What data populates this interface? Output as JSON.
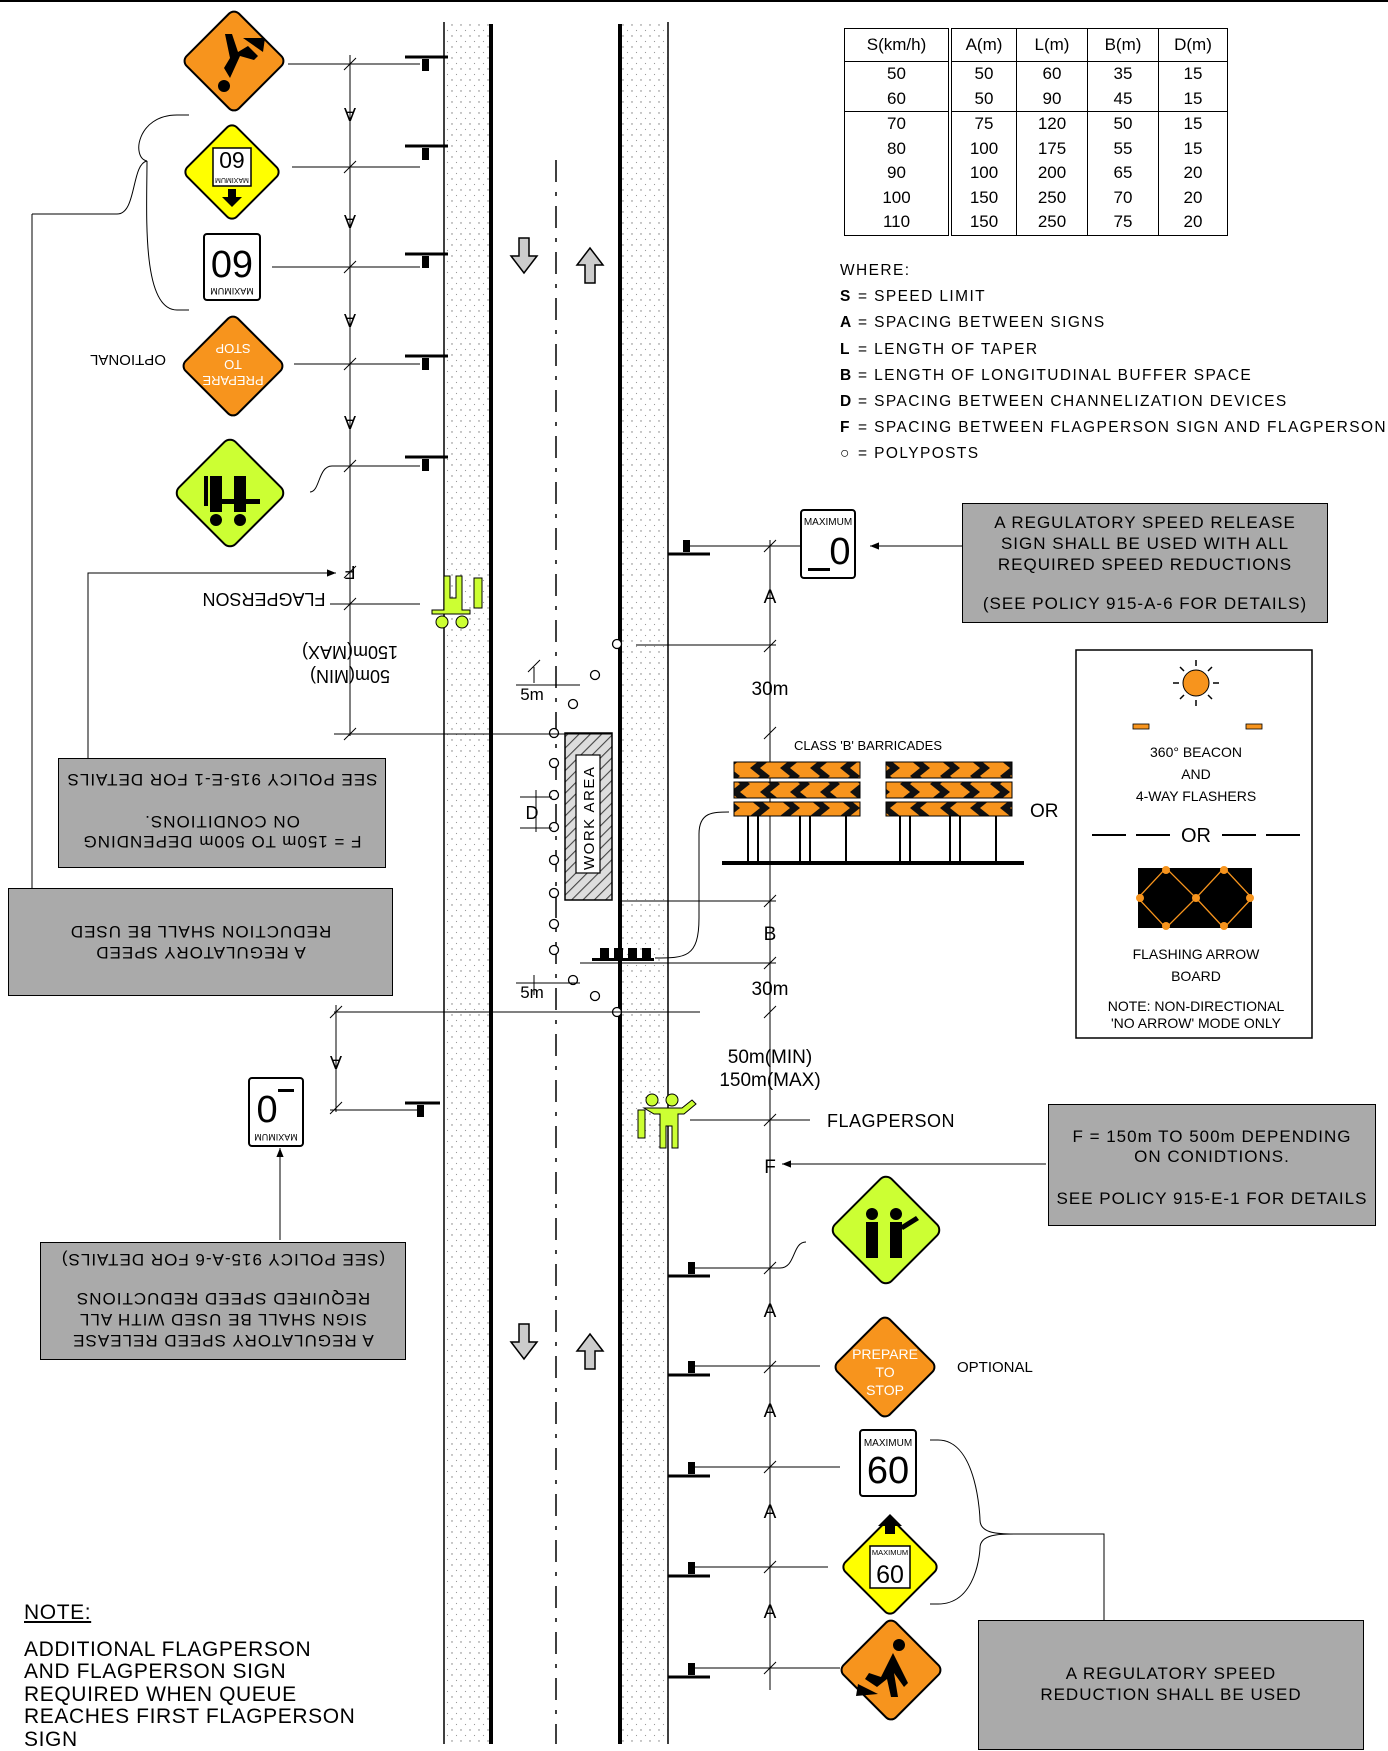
{
  "speed_table": {
    "headers": [
      "S(km/h)",
      "A(m)",
      "L(m)",
      "B(m)",
      "D(m)"
    ],
    "rows": [
      [
        "50",
        "50",
        "60",
        "35",
        "15"
      ],
      [
        "60",
        "50",
        "90",
        "45",
        "15"
      ],
      [
        "70",
        "75",
        "120",
        "50",
        "15"
      ],
      [
        "80",
        "100",
        "175",
        "55",
        "15"
      ],
      [
        "90",
        "100",
        "200",
        "65",
        "20"
      ],
      [
        "100",
        "150",
        "250",
        "70",
        "20"
      ],
      [
        "110",
        "150",
        "250",
        "75",
        "20"
      ]
    ]
  },
  "legend": {
    "heading": "WHERE:",
    "items": [
      {
        "sym": "S",
        "text": "=  SPEED  LIMIT"
      },
      {
        "sym": "A",
        "text": "=  SPACING  BETWEEN  SIGNS"
      },
      {
        "sym": "L",
        "text": "=  LENGTH  OF  TAPER"
      },
      {
        "sym": "B",
        "text": "=  LENGTH  OF  LONGITUDINAL  BUFFER  SPACE"
      },
      {
        "sym": "D",
        "text": "=  SPACING  BETWEEN  CHANNELIZATION  DEVICES"
      },
      {
        "sym": "F",
        "text": "=  SPACING  BETWEEN  FLAGPERSON  SIGN  AND  FLAGPERSON"
      },
      {
        "sym": "○",
        "text": "=  POLYPOSTS"
      }
    ]
  },
  "callouts": {
    "release_right": {
      "l1": "A  REGULATORY  SPEED  RELEASE",
      "l2": "SIGN  SHALL  BE  USED  WITH  ALL",
      "l3": "REQUIRED  SPEED  REDUCTIONS",
      "l4": "(SEE  POLICY  915-A-6  FOR  DETAILS)"
    },
    "release_left": {
      "l1": "A  REGULATORY  SPEED  RELEASE",
      "l2": "SIGN  SHALL  BE  USED  WITH  ALL",
      "l3": "REQUIRED  SPEED  REDUCTIONS",
      "l4": "(SEE  POLICY  915-A-6  FOR  DETAILS)"
    },
    "f_right": {
      "l1": "F  =  150m  TO  500m  DEPENDING",
      "l2": "ON  CONIDTIONS.",
      "l3": "SEE  POLICY  915-E-1  FOR  DETAILS"
    },
    "f_left": {
      "l1": "F  =  150m  TO  500m  DEPENDING",
      "l2": "ON  CONDITIONS.",
      "l3": "SEE  POLICY  915-E-1  FOR  DETAILS"
    },
    "reduction_left": {
      "l1": "A  REGULATORY  SPEED",
      "l2": "REDUCTION  SHALL  BE  USED"
    },
    "reduction_right": {
      "l1": "A  REGULATORY  SPEED",
      "l2": "REDUCTION  SHALL  BE  USED"
    }
  },
  "device_box": {
    "beacon_l1": "360°  BEACON",
    "beacon_l2": "AND",
    "beacon_l3": "4-WAY  FLASHERS",
    "or": "OR",
    "arrow_l1": "FLASHING  ARROW",
    "arrow_l2": "BOARD",
    "note_l1": "NOTE:  NON-DIRECTIONAL",
    "note_l2": "'NO  ARROW' MODE  ONLY"
  },
  "barricades": {
    "title": "CLASS  'B'  BARRICADES",
    "or": "OR"
  },
  "signs": {
    "maximum": "MAXIMUM",
    "speed_60": "60",
    "speed_0": "0",
    "prepare_l1": "PREPARE",
    "prepare_l2": "TO",
    "prepare_l3": "STOP",
    "optional": "OPTIONAL"
  },
  "dims": {
    "A": "A",
    "F": "F",
    "B": "B",
    "D": "D",
    "m30": "30m",
    "m5": "5m",
    "min50": "50m(MIN)",
    "max150": "150m(MAX)",
    "flagperson": "FLAGPERSON",
    "work_area": "WORK  AREA"
  },
  "note": {
    "heading": "NOTE:",
    "l1": "ADDITIONAL  FLAGPERSON",
    "l2": "AND  FLAGPERSON  SIGN",
    "l3": "REQUIRED  WHEN  QUEUE",
    "l4": "REACHES  FIRST  FLAGPERSON",
    "l5": "SIGN"
  },
  "colors": {
    "orange": "#f7941d",
    "yellow": "#ffff00",
    "lime": "#ccff33",
    "grey_box": "#aaaaaa"
  }
}
